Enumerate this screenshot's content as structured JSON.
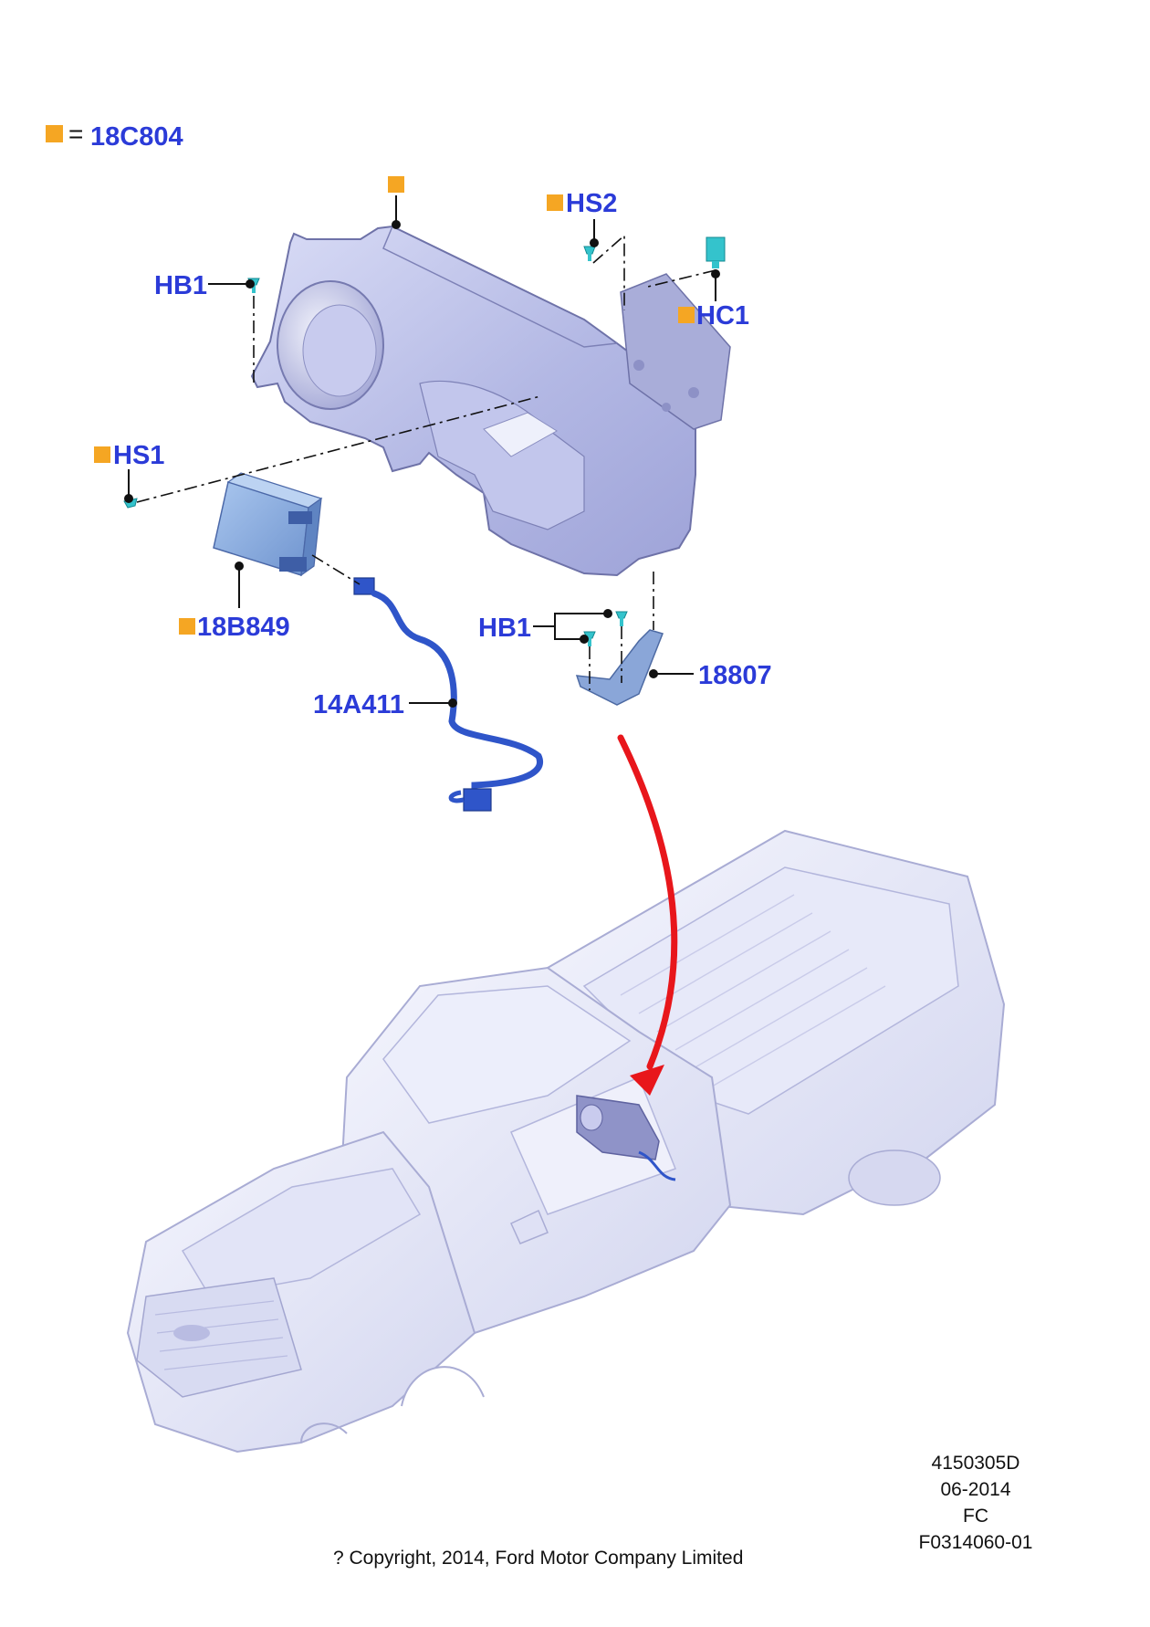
{
  "legend": {
    "equals": "=",
    "code": "18C804"
  },
  "callouts": {
    "hb1_top": "HB1",
    "hs2": "HS2",
    "hc1": "HC1",
    "hs1": "HS1",
    "module": "18B849",
    "hb1_bottom": "HB1",
    "bracket": "18807",
    "harness": "14A411"
  },
  "footer": {
    "ref": "4150305D",
    "date": "06-2014",
    "code": "FC",
    "figure": "F0314060-01",
    "copyright": "? Copyright, 2014, Ford Motor Company Limited"
  },
  "colors": {
    "callout_text": "#2b3bd8",
    "marker": "#f5a623",
    "arrow": "#e8161b",
    "fastener": "#34c3cc",
    "module": "#8fb4e0",
    "harness": "#2f55c9",
    "enclosure": "#b9bde6",
    "vehicle": "#e1e3f6"
  },
  "icons": [
    "orange-square-marker",
    "fastener-icon",
    "red-arrow"
  ]
}
